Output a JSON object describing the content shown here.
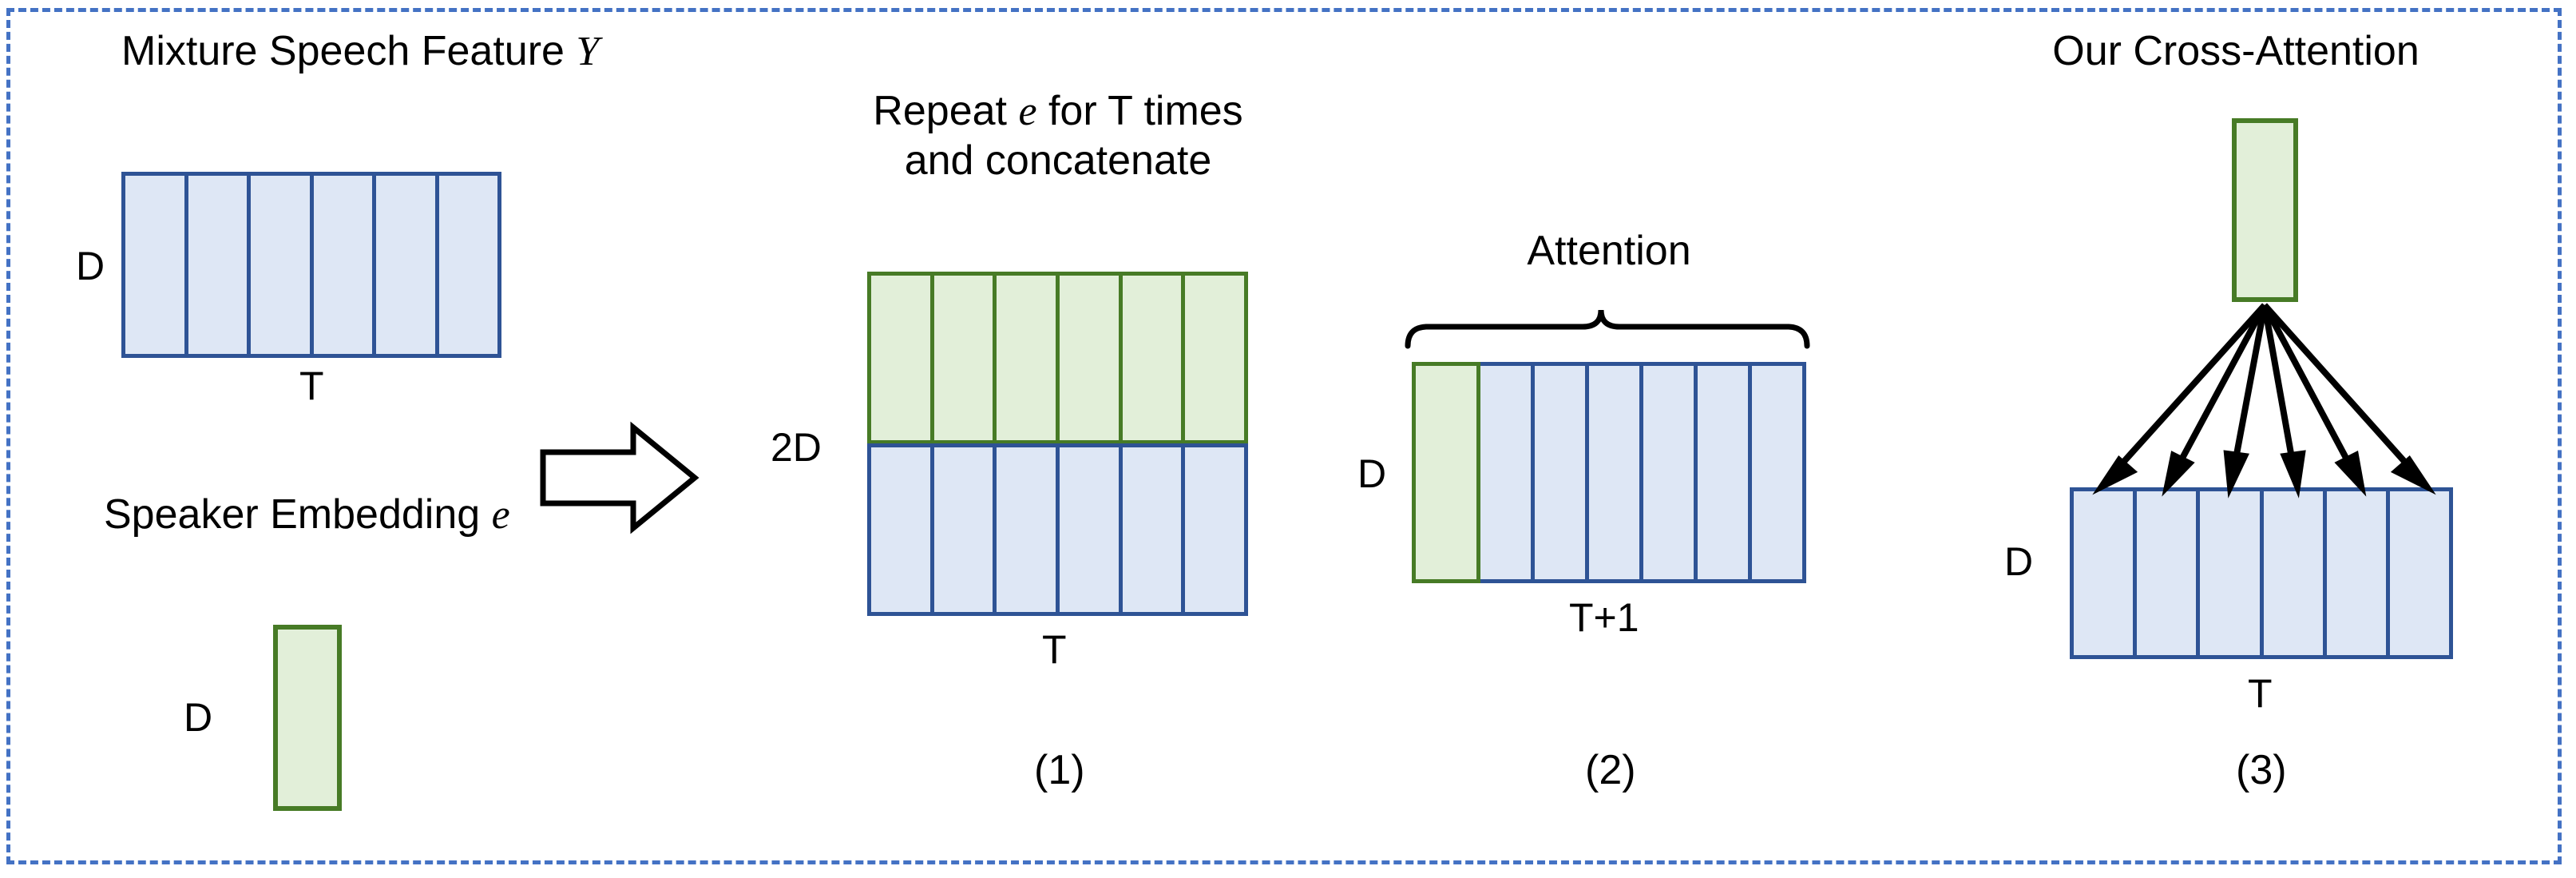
{
  "figure": {
    "border_color": "#4472c4",
    "blue_fill": "#dee7f5",
    "blue_stroke": "#2e5395",
    "green_fill": "#e2efd9",
    "green_stroke": "#477b26"
  },
  "input": {
    "mixture_title_text": "Mixture Speech Feature ",
    "mixture_title_var": "Y",
    "mixture_dim_left": "D",
    "mixture_dim_bottom": "T",
    "mixture_columns": 6,
    "speaker_title_text": "Speaker Embedding ",
    "speaker_title_var": "e",
    "speaker_dim_left": "D"
  },
  "transform_arrow": {
    "name": "block-arrow-right",
    "output_dim_label": "2D"
  },
  "panels": [
    {
      "id": "1",
      "caption": "(1)",
      "title_line1_prefix": "Repeat ",
      "title_line1_var": "e",
      "title_line1_suffix": " for T times",
      "title_line2": "and concatenate",
      "dim_left": "2D",
      "dim_bottom": "T",
      "green_columns": 6,
      "blue_columns": 6
    },
    {
      "id": "2",
      "caption": "(2)",
      "title": "Attention",
      "dim_left": "D",
      "dim_bottom": "T+1",
      "green_columns": 1,
      "blue_columns": 6,
      "brace": "curly-brace-up"
    },
    {
      "id": "3",
      "caption": "(3)",
      "title": "Our Cross-Attention",
      "dim_left": "D",
      "dim_bottom": "T",
      "blue_columns": 6,
      "arrow_count": 6,
      "query_label": "speaker-embedding-column"
    }
  ]
}
